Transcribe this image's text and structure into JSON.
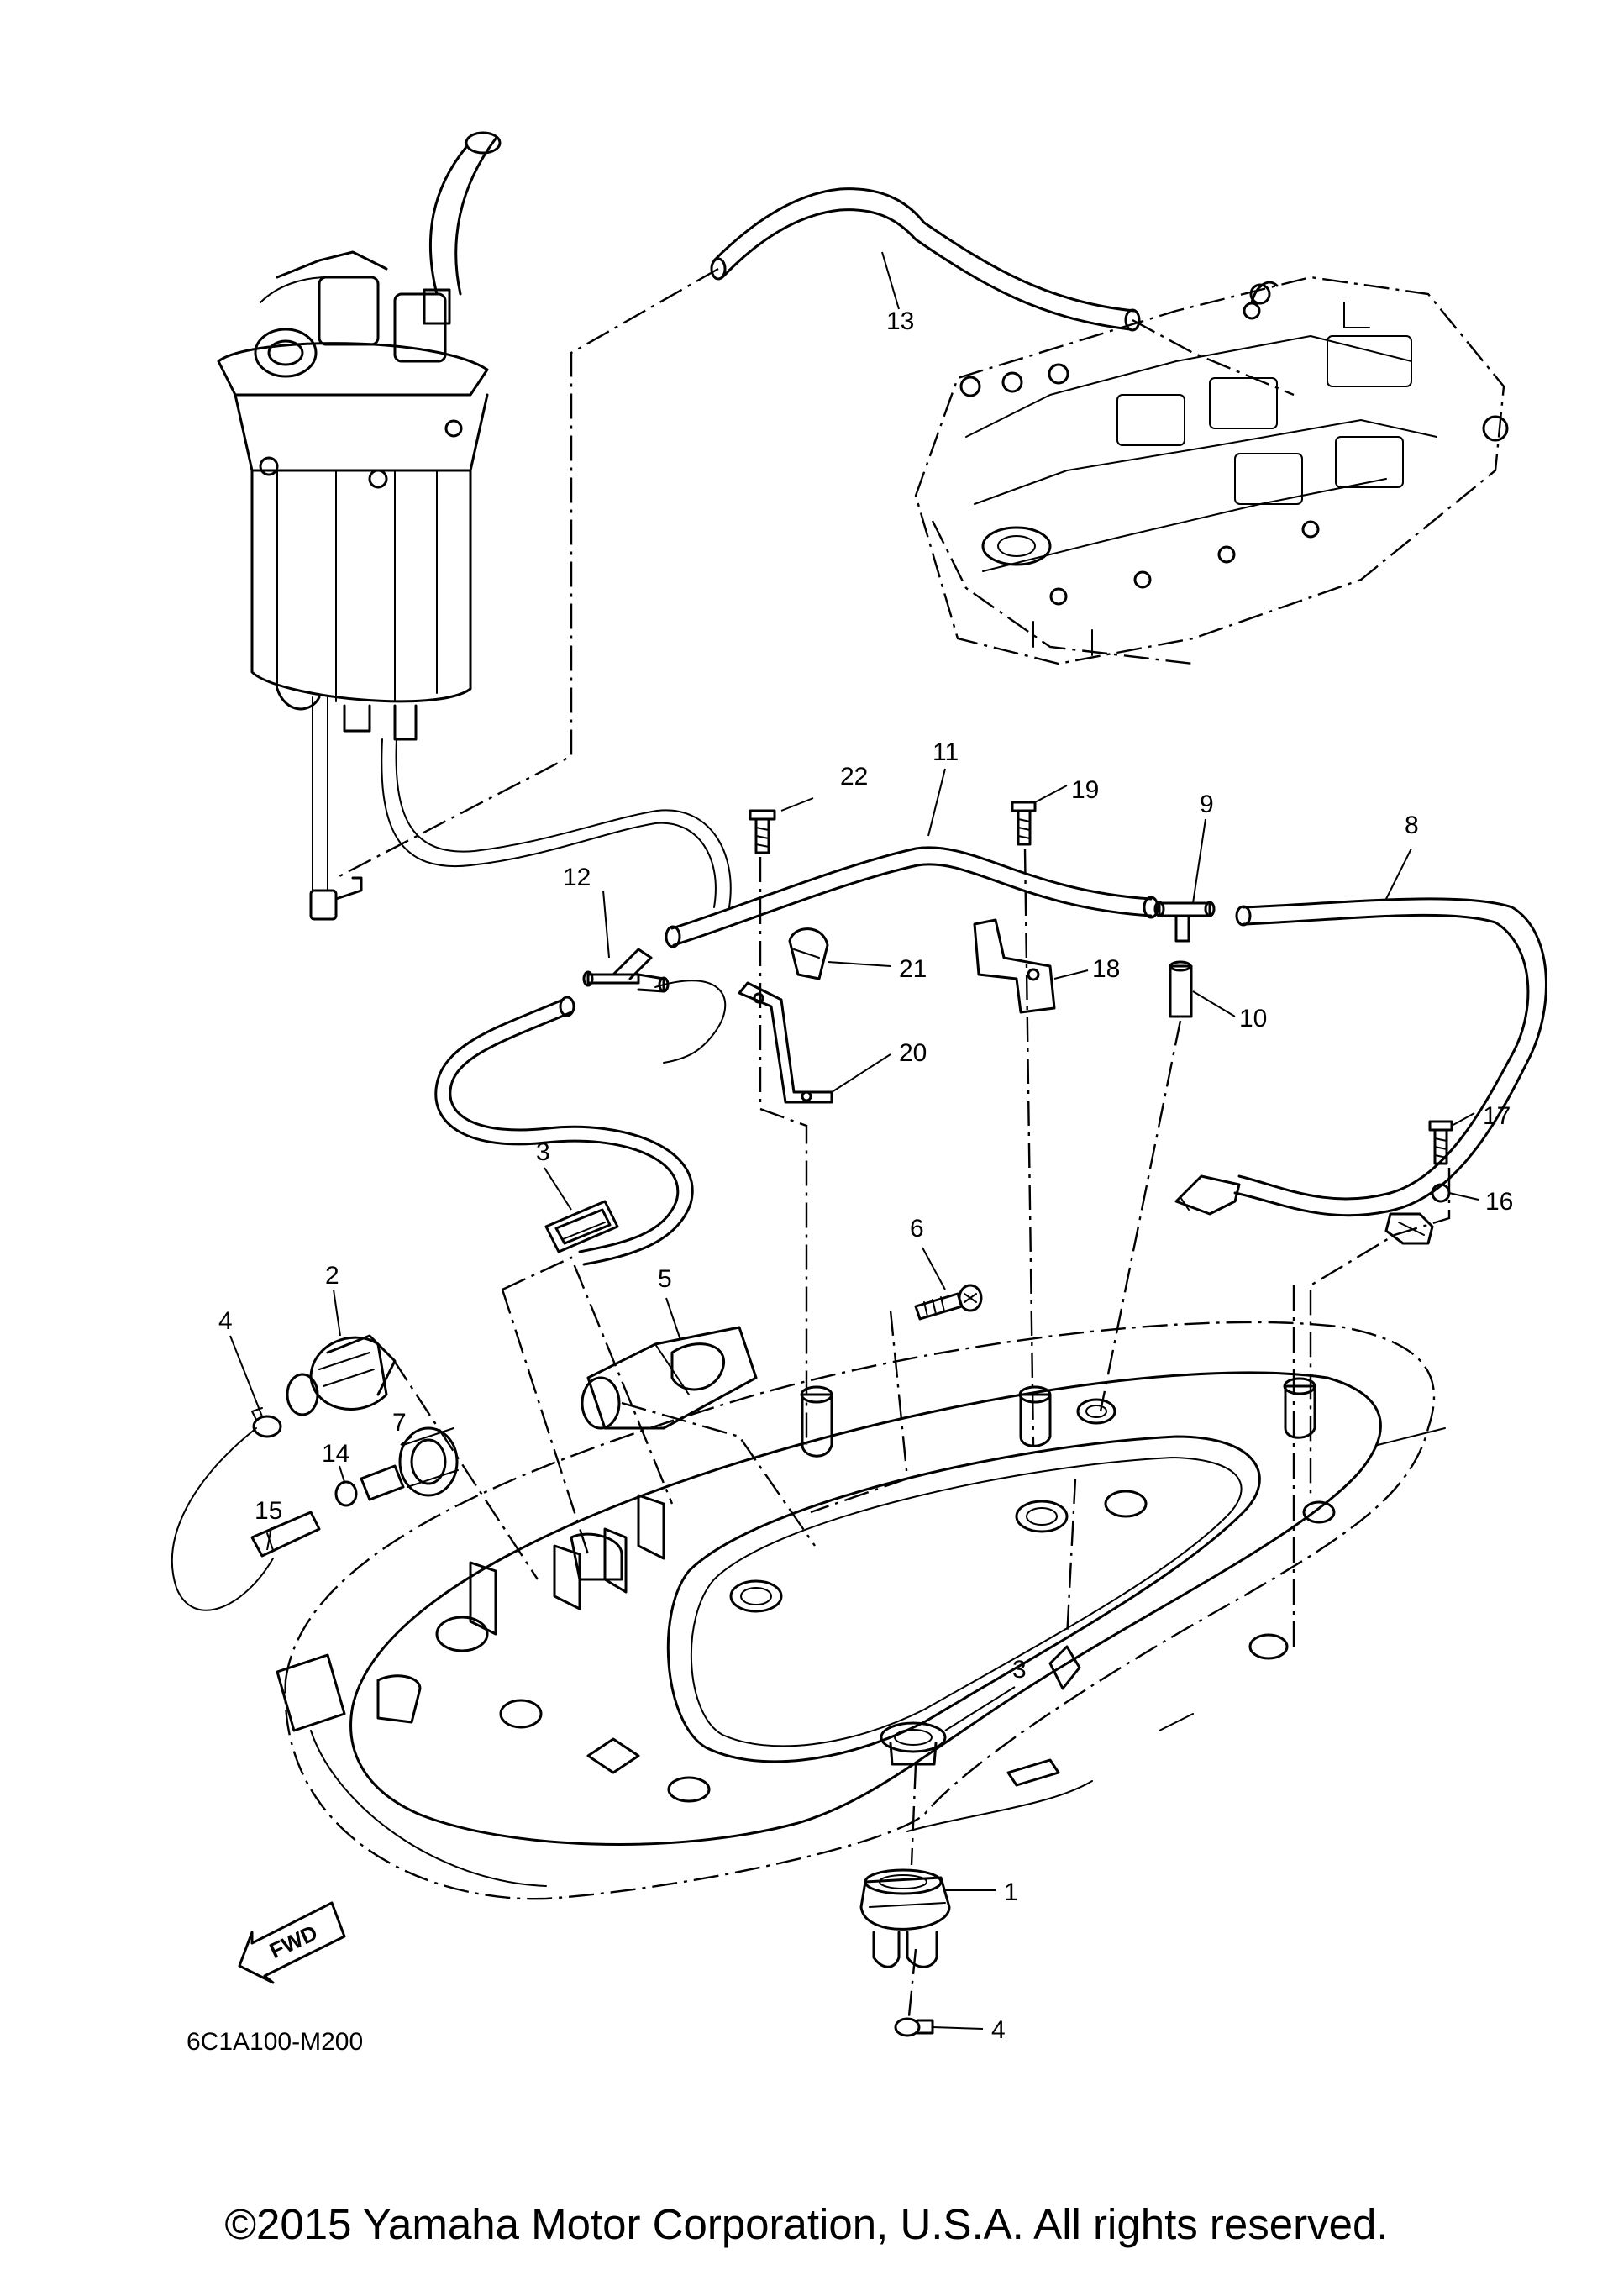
{
  "diagram": {
    "code": "6C1A100-M200",
    "direction_label": "FWD",
    "callouts": [
      {
        "id": "c1",
        "text": "1"
      },
      {
        "id": "c2",
        "text": "2"
      },
      {
        "id": "c3a",
        "text": "3"
      },
      {
        "id": "c3b",
        "text": "3"
      },
      {
        "id": "c4a",
        "text": "4"
      },
      {
        "id": "c4b",
        "text": "4"
      },
      {
        "id": "c5",
        "text": "5"
      },
      {
        "id": "c6",
        "text": "6"
      },
      {
        "id": "c7",
        "text": "7"
      },
      {
        "id": "c8",
        "text": "8"
      },
      {
        "id": "c9",
        "text": "9"
      },
      {
        "id": "c10",
        "text": "10"
      },
      {
        "id": "c11",
        "text": "11"
      },
      {
        "id": "c12",
        "text": "12"
      },
      {
        "id": "c13",
        "text": "13"
      },
      {
        "id": "c14",
        "text": "14"
      },
      {
        "id": "c15",
        "text": "15"
      },
      {
        "id": "c16",
        "text": "16"
      },
      {
        "id": "c17",
        "text": "17"
      },
      {
        "id": "c18",
        "text": "18"
      },
      {
        "id": "c19",
        "text": "19"
      },
      {
        "id": "c20",
        "text": "20"
      },
      {
        "id": "c21",
        "text": "21"
      },
      {
        "id": "c22",
        "text": "22"
      }
    ]
  },
  "footer": {
    "copyright": "©2015 Yamaha Motor Corporation, U.S.A. All rights reserved."
  }
}
